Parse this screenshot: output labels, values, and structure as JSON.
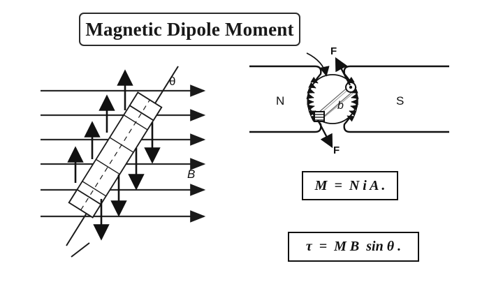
{
  "title": {
    "text": "Magnetic Dipole Moment"
  },
  "left_figure": {
    "name": "current-loop-in-uniform-field-diagram",
    "field_label": "B",
    "angle_label": "θ",
    "field_line_count": 6,
    "description_labels": {
      "field_lines": "uniform-magnetic-field-lines",
      "coil": "tilted-current-loop",
      "normal_axis": "loop-normal-axis",
      "force_up": "upward-force-arrows",
      "force_down": "downward-force-arrows"
    }
  },
  "right_figure": {
    "name": "radial-field-galvanometer-magnet-diagram",
    "north_pole_label": "N",
    "south_pole_label": "S",
    "force_top_label": "F",
    "force_bottom_label": "F",
    "coil_width_label": "b",
    "current_out_of_page": "dot-symbol",
    "current_into_page": "cross-hatched-symbol"
  },
  "formulas": [
    {
      "id": "dipole-moment",
      "text": "M  =  N i A ."
    },
    {
      "id": "torque",
      "text": "τ  =  M B  sin θ ."
    }
  ],
  "colors": {
    "ink": "#111111",
    "border": "#2b2b2b",
    "background": "#ffffff"
  }
}
